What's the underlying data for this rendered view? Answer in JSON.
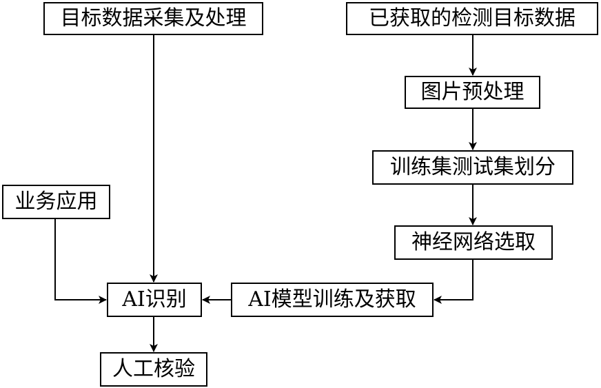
{
  "nodes": {
    "target_collect": "目标数据采集及处理",
    "acquired_data": "已获取的检测目标数据",
    "preprocess": "图片预处理",
    "split": "训练集测试集划分",
    "network_select": "神经网络选取",
    "business_app": "业务应用",
    "model_train": "AI模型训练及获取",
    "recognize": "AI识别",
    "verify": "人工核验"
  },
  "edges": [
    {
      "from": "acquired_data",
      "to": "preprocess"
    },
    {
      "from": "preprocess",
      "to": "split"
    },
    {
      "from": "split",
      "to": "network_select"
    },
    {
      "from": "network_select",
      "to": "model_train"
    },
    {
      "from": "model_train",
      "to": "recognize"
    },
    {
      "from": "target_collect",
      "to": "recognize"
    },
    {
      "from": "business_app",
      "to": "recognize"
    },
    {
      "from": "recognize",
      "to": "verify"
    }
  ]
}
